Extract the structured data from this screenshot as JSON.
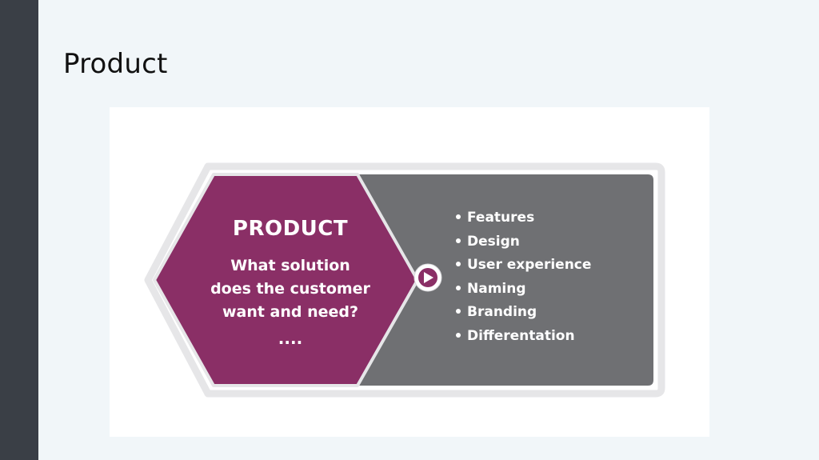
{
  "slide": {
    "title": "Product"
  },
  "diagram": {
    "heading": "PRODUCT",
    "question_lines": [
      "What solution",
      "does the customer",
      "want and need?"
    ],
    "ellipsis": "....",
    "arrow_icon": "play-circle-icon",
    "items": [
      "Features",
      "Design",
      "User experience",
      "Naming",
      "Branding",
      "Differentation"
    ]
  },
  "colors": {
    "background": "#f1f6f9",
    "sidebar": "#3a3f46",
    "hexagon": "#8a2f66",
    "list_panel": "#6f7073",
    "outline": "#e6e6e8",
    "text_light": "#ffffff"
  }
}
